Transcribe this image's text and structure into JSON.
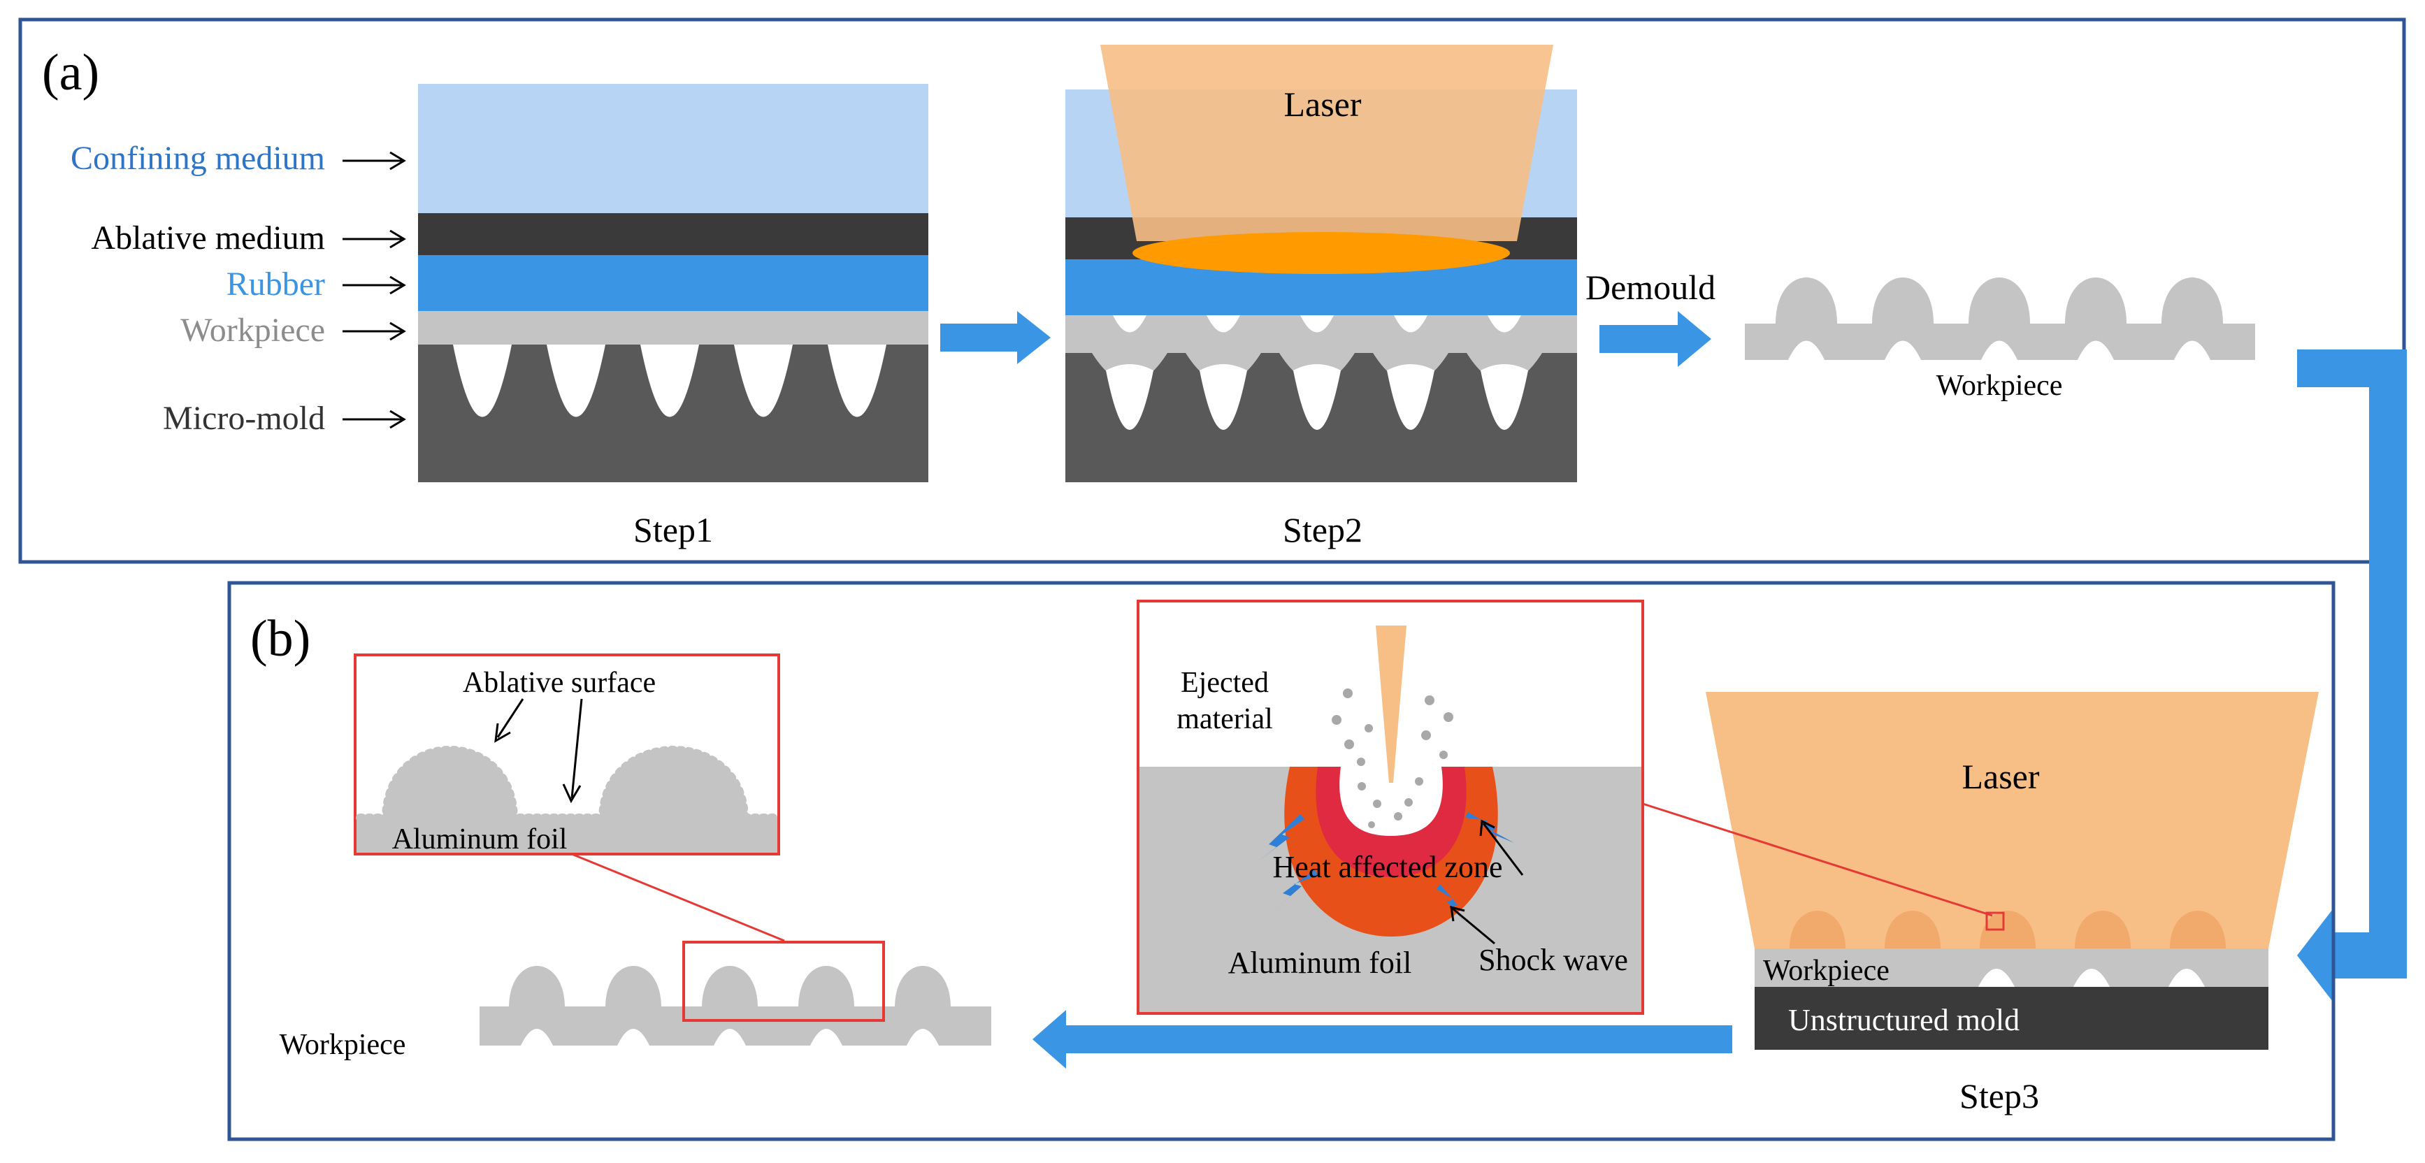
{
  "panel_a": {
    "letter": "(a)",
    "layer_labels": {
      "confining_medium": "Confining medium",
      "ablative_medium": "Ablative medium",
      "rubber": "Rubber",
      "workpiece": "Workpiece",
      "micro_mold": "Micro-mold"
    },
    "step1_label": "Step1",
    "step2_label": "Step2",
    "laser_label": "Laser",
    "demould_label": "Demould",
    "workpiece_label": "Workpiece"
  },
  "panel_b": {
    "letter": "(b)",
    "laser_label": "Laser",
    "workpiece_label": "Workpiece",
    "mold_label": "Unstructured mold",
    "step3_label": "Step3",
    "result_workpiece_label": "Workpiece",
    "zoom_ablation": {
      "ablative_surface": "Ablative surface",
      "aluminum_foil": "Aluminum foil"
    },
    "zoom_process": {
      "ejected_line1": "Ejected",
      "ejected_line2": "material",
      "heat_zone": "Heat affected zone",
      "aluminum_foil": "Aluminum foil",
      "shock_wave": "Shock wave"
    }
  },
  "colors": {
    "frame_blue": "#2f5597",
    "confining": "#b8d4f4",
    "ablative": "#3a3a3a",
    "rubber": "#3a95e5",
    "workpiece": "#c4c4c4",
    "mold": "#595959",
    "laser": "#f7be86",
    "laser_spot": "#ff9a00",
    "arrow_blue": "#3a95e5",
    "heat_orange": "#e8501a",
    "heat_red": "#e02a42",
    "zoom_red": "#e53935",
    "label_blue": "#2e75c8",
    "label_light_blue": "#3a95e5",
    "label_gray": "#8c8c8c"
  }
}
